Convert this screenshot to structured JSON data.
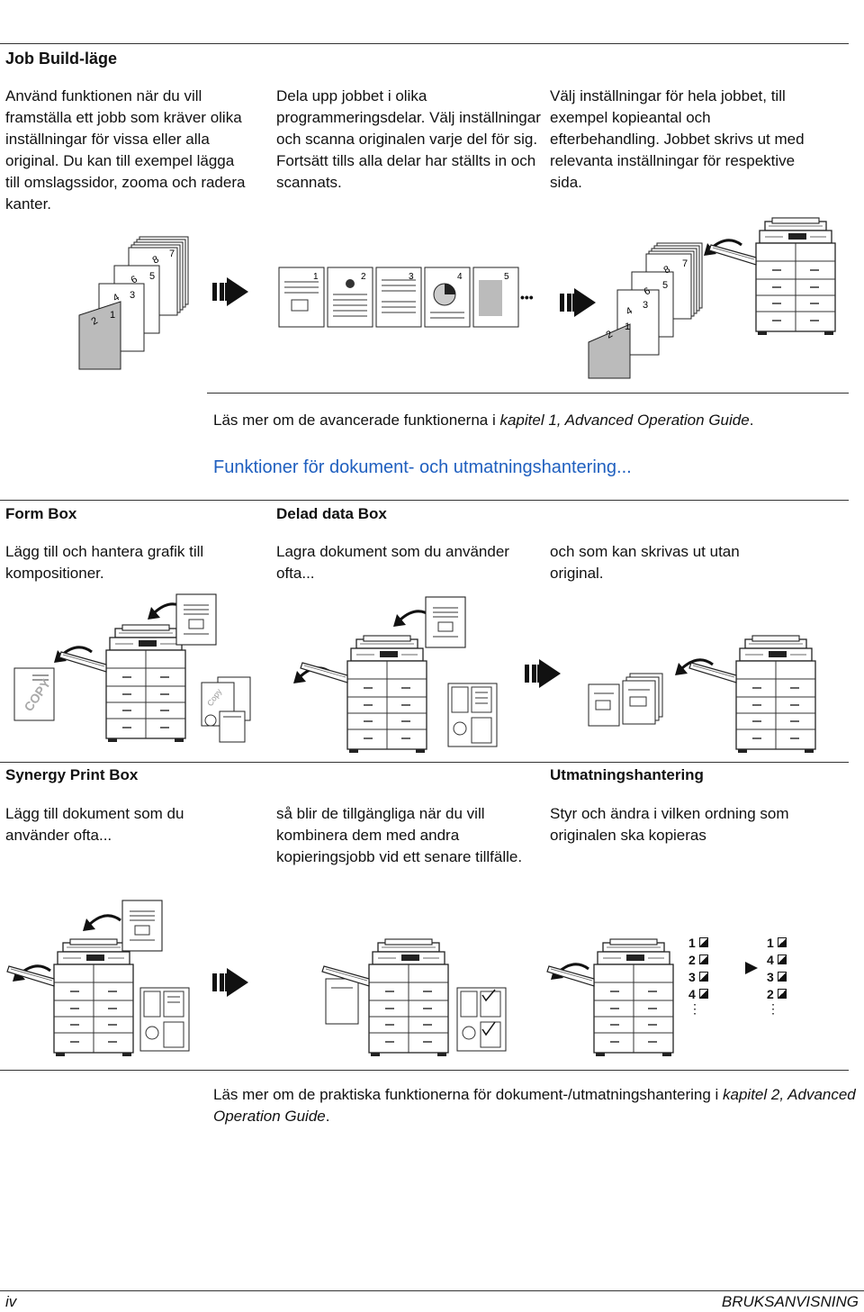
{
  "job_build": {
    "title": "Job Build-läge",
    "col1": "Använd funktionen när du vill framställa ett jobb som kräver olika inställningar för vissa eller alla original. Du kan till exempel lägga till omslagssidor, zooma och radera kanter.",
    "col2": "Dela upp jobbet i olika programmeringsdelar. Välj inställningar och scanna originalen varje del för sig. Fortsätt tills alla delar har ställts in och scannats.",
    "col3": "Välj inställningar för hela jobbet, till exempel kopieantal och efterbehandling. Jobbet skrivs ut med relevanta inställningar för respektive sida.",
    "page_numbers": [
      "1",
      "2",
      "3",
      "4",
      "5",
      "6",
      "7",
      "8"
    ],
    "ellipsis": "•••"
  },
  "note1": {
    "prefix": "Läs mer om de avancerade funktionerna i ",
    "ref": "kapitel 1, Advanced Operation Guide",
    "suffix": "."
  },
  "section_title": "Funktioner för dokument- och utmatningshantering...",
  "form_box": {
    "title": "Form Box",
    "text": "Lägg till och hantera grafik till kompositioner.",
    "copy_label": "COPY",
    "copy_label2": "Copy"
  },
  "delad_data_box": {
    "title": "Delad data Box",
    "text1": "Lagra dokument som du använder ofta...",
    "text2": "och som kan skrivas ut utan original."
  },
  "synergy": {
    "title": "Synergy Print Box",
    "text1": "Lägg till dokument som du använder ofta...",
    "text2": "så blir de tillgängliga när du vill kombinera dem med andra kopieringsjobb vid ett senare tillfälle."
  },
  "utmatning": {
    "title": "Utmatningshantering",
    "text": "Styr och ändra i vilken ordning som originalen ska kopieras",
    "left_order": [
      "1",
      "2",
      "3",
      "4"
    ],
    "right_order": [
      "1",
      "4",
      "3",
      "2"
    ],
    "dots": "⋮"
  },
  "note2": {
    "prefix": "Läs mer om de praktiska funktionerna för dokument-/utmatningshantering i ",
    "ref": "kapitel 2, Advanced Operation Guide",
    "suffix": "."
  },
  "footer": {
    "left": "iv",
    "right": "BRUKSANVISNING"
  }
}
